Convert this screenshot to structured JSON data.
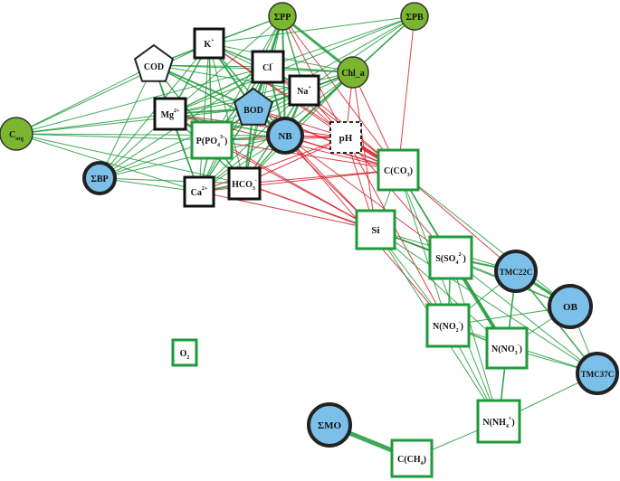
{
  "colors": {
    "green_node": "#7ab630",
    "blue_node": "#7cc0ea",
    "edge_green": "#1f9a3a",
    "edge_red": "#d21f2a",
    "box_green": "#1f9a3a",
    "box_black": "#111111"
  },
  "nodes": [
    {
      "id": "sum_pp",
      "main": "ΣPP",
      "sub": "",
      "sup": ""
    },
    {
      "id": "sum_pb",
      "main": "ΣPB",
      "sub": "",
      "sup": ""
    },
    {
      "id": "chl_a",
      "main": "Chl_a",
      "sub": "",
      "sup": ""
    },
    {
      "id": "c_org",
      "main": "C",
      "sub": "org",
      "sup": ""
    },
    {
      "id": "sum_bp",
      "main": "ΣBP",
      "sub": "",
      "sup": ""
    },
    {
      "id": "nb",
      "main": "NB",
      "sub": "",
      "sup": ""
    },
    {
      "id": "tmc22c",
      "main": "TMC22C",
      "sub": "",
      "sup": ""
    },
    {
      "id": "ob",
      "main": "OB",
      "sub": "",
      "sup": ""
    },
    {
      "id": "tmc37c",
      "main": "TMC37C",
      "sub": "",
      "sup": ""
    },
    {
      "id": "sum_mo",
      "main": "ΣMO",
      "sub": "",
      "sup": ""
    },
    {
      "id": "k",
      "main": "K",
      "sub": "",
      "sup": "+"
    },
    {
      "id": "cl",
      "main": "Cl",
      "sub": "",
      "sup": "-"
    },
    {
      "id": "na",
      "main": "Na",
      "sub": "",
      "sup": "+"
    },
    {
      "id": "mg",
      "main": "Mg",
      "sub": "",
      "sup": "2+"
    },
    {
      "id": "ca",
      "main": "Ca",
      "sub": "",
      "sup": "2+"
    },
    {
      "id": "hco3",
      "main": "HCO",
      "sub": "3",
      "sup": "-"
    },
    {
      "id": "ph",
      "main": "pH",
      "sub": "",
      "sup": ""
    },
    {
      "id": "cod",
      "main": "COD",
      "sub": "",
      "sup": ""
    },
    {
      "id": "bod",
      "main": "BOD",
      "sub": "",
      "sup": ""
    },
    {
      "id": "p_po4",
      "main": "P(PO",
      "sub": "4",
      "sup": "3-",
      "tail": ")"
    },
    {
      "id": "c_co3",
      "main": "C(CO",
      "sub": "3",
      "sup": "",
      "tail": ")"
    },
    {
      "id": "si",
      "main": "Si",
      "sub": "",
      "sup": ""
    },
    {
      "id": "s_so4",
      "main": "S(SO",
      "sub": "4",
      "sup": "2-",
      "tail": ")"
    },
    {
      "id": "n_no2",
      "main": "N(NO",
      "sub": "2",
      "sup": "-",
      "tail": ")"
    },
    {
      "id": "n_no3",
      "main": "N(NO",
      "sub": "3",
      "sup": "-",
      "tail": ")"
    },
    {
      "id": "n_nh4",
      "main": "N(NH",
      "sub": "4",
      "sup": "+",
      "tail": ")"
    },
    {
      "id": "c_ch4",
      "main": "C(CH",
      "sub": "4",
      "sup": "",
      "tail": ")"
    },
    {
      "id": "o2",
      "main": "O",
      "sub": "2",
      "sup": ""
    }
  ]
}
